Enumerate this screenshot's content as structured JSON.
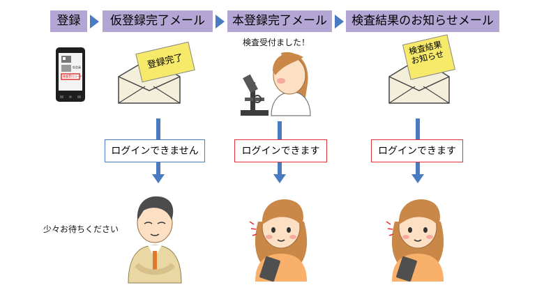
{
  "steps": [
    "登録",
    "仮登録完了メール",
    "本登録完了メール",
    "検査結果のお知らせメール"
  ],
  "envelope_notes": {
    "provisional": "登録完了",
    "result": "検査結果お知らせ"
  },
  "captions": {
    "exam": "検査受付ました！",
    "wait": "少々お待ちください"
  },
  "status": {
    "ng": "ログインできません",
    "ok1": "ログインできます",
    "ok2": "ログインできます"
  },
  "phone": {
    "screen_label": "仮会員",
    "button_label": "検査受付コード"
  },
  "colors": {
    "step_fill": "#b3a6d4",
    "arrow": "#4a7ac0",
    "ok_border": "#e0303a",
    "ng_border": "#4a7ac0",
    "sticky": "#f7ea6a"
  }
}
